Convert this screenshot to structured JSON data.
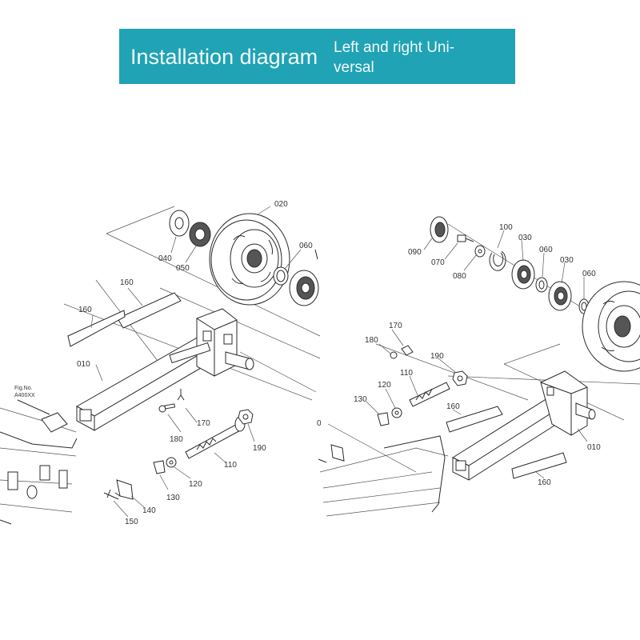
{
  "banner": {
    "title": "Installation diagram",
    "subtitle": "Left and right Uni-\nversal"
  },
  "left_labels": {
    "p020": "020",
    "p040": "040",
    "p050": "050",
    "p060": "060",
    "p160a": "160",
    "p160b": "160",
    "p010": "010",
    "fig_no": "Fig.No.",
    "fig_code": "A400XX",
    "p170": "170",
    "p180": "180",
    "p190": "190",
    "p110": "110",
    "p120": "120",
    "p130": "130",
    "p140": "140",
    "p150": "150"
  },
  "right_labels": {
    "p090": "090",
    "p070": "070",
    "p080": "080",
    "p100": "100",
    "p030a": "030",
    "p060a": "060",
    "p030b": "030",
    "p060b": "060",
    "p170": "170",
    "p180": "180",
    "p190": "190",
    "p110": "110",
    "p120": "120",
    "p130": "130",
    "p160a": "160",
    "p010": "010",
    "p160b": "160",
    "p0": "0"
  }
}
